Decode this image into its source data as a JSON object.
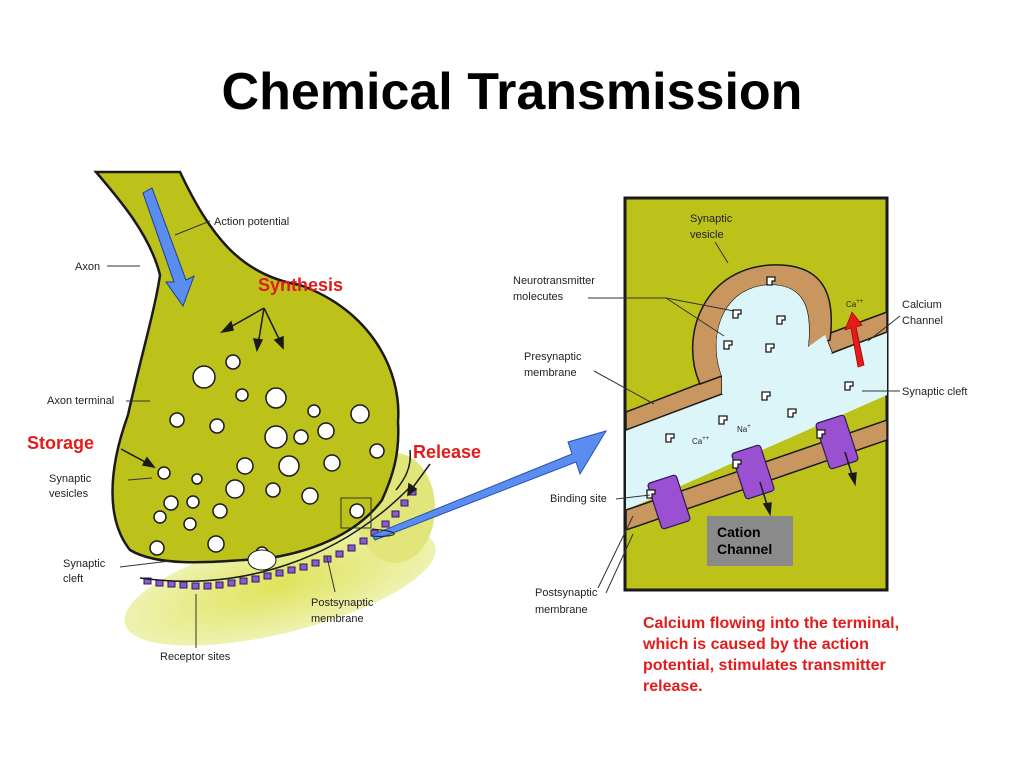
{
  "title": "Chemical Transmission",
  "left_labels": {
    "action_potential": "Action potential",
    "axon": "Axon",
    "axon_terminal": "Axon terminal",
    "synaptic_vesicles_1": "Synaptic",
    "synaptic_vesicles_2": "vesicles",
    "synaptic_cleft_1": "Synaptic",
    "synaptic_cleft_2": "cleft",
    "postsynaptic_membrane_1": "Postsynaptic",
    "postsynaptic_membrane_2": "membrane",
    "receptor_sites": "Receptor sites",
    "synthesis": "Synthesis",
    "storage": "Storage",
    "release": "Release"
  },
  "right_labels": {
    "synaptic_vesicle_1": "Synaptic",
    "synaptic_vesicle_2": "vesicle",
    "neurotransmitter_1": "Neurotransmitter",
    "neurotransmitter_2": "molecutes",
    "presynaptic_1": "Presynaptic",
    "presynaptic_2": "membrane",
    "calcium_channel_1": "Calcium",
    "calcium_channel_2": "Channel",
    "synaptic_cleft": "Synaptic cleft",
    "binding_site": "Binding site",
    "postsynaptic_1": "Postsynaptic",
    "postsynaptic_2": "membrane",
    "ion_ca_1": "Ca",
    "ion_ca_1_sup": "++",
    "ion_na": "Na",
    "ion_na_sup": "+",
    "ion_ca_2": "Ca",
    "ion_ca_2_sup": "++"
  },
  "cation_box": {
    "line1": "Cation",
    "line2": "Channel"
  },
  "caption": "Calcium flowing into the terminal, which is caused by the action potential, stimulates transmitter release.",
  "colors": {
    "neuron": "#bcc21a",
    "neuron_outline": "#1a1a1a",
    "arrow_blue": "#5b8df0",
    "cleft_fluid": "#dcf5f8",
    "membrane_tan": "#c9965f",
    "channel_purple": "#9b4fd1",
    "receptor_purple": "#8a5ad0",
    "red": "#e31b1b",
    "halo": "#e6eb7a"
  }
}
